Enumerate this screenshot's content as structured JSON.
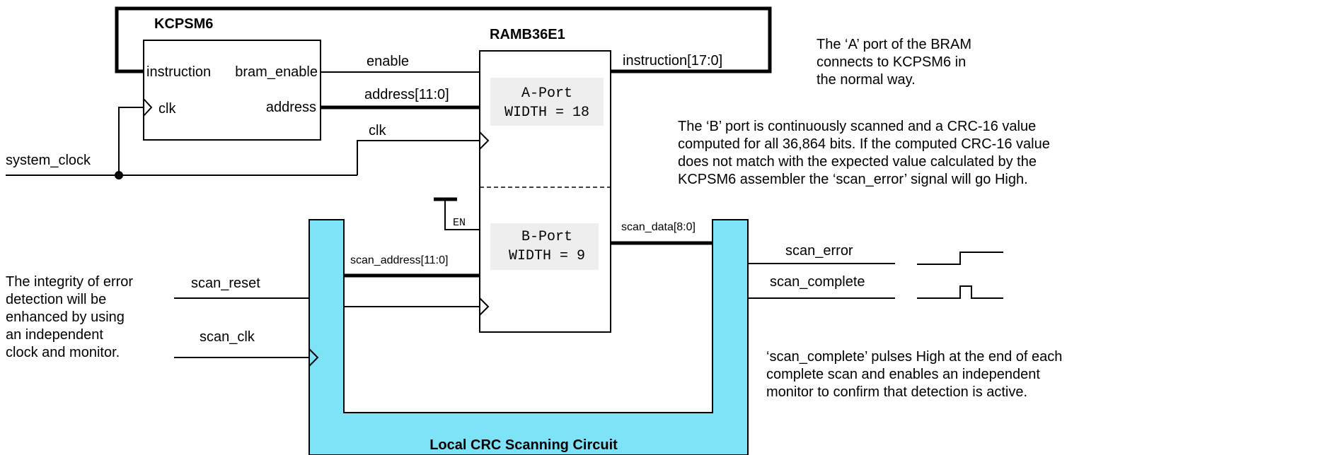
{
  "blocks": {
    "kcpsm6": {
      "title": "KCPSM6",
      "ports": {
        "instruction": "instruction",
        "bram_enable": "bram_enable",
        "clk": "clk",
        "address": "address"
      }
    },
    "ramb": {
      "title": "RAMB36E1",
      "a_port": {
        "line1": "A-Port",
        "line2": "WIDTH = 18"
      },
      "b_port": {
        "line1": "B-Port",
        "line2": "WIDTH = 9"
      },
      "en": "EN"
    },
    "crc": {
      "title": "Local CRC Scanning Circuit",
      "fill": "#7fe3f7"
    }
  },
  "signals": {
    "enable": "enable",
    "address": "address[11:0]",
    "clk": "clk",
    "instruction": "instruction[17:0]",
    "system_clock": "system_clock",
    "scan_data": "scan_data[8:0]",
    "scan_address": "scan_address[11:0]",
    "scan_reset": "scan_reset",
    "scan_clk": "scan_clk",
    "scan_error": "scan_error",
    "scan_complete": "scan_complete"
  },
  "notes": {
    "a_port": "The ‘A’ port of the BRAM\nconnects to KCPSM6 in\nthe normal way.",
    "b_port": "The ‘B’ port is continuously scanned and a CRC-16 value\ncomputed for all 36,864 bits. If the computed CRC-16 value\ndoes not match with the expected value calculated by the\nKCPSM6 assembler the ‘scan_error’ signal will go High.",
    "integrity": "The integrity of error\ndetection will be\nenhanced by using\nan independent\nclock and monitor.",
    "scan_complete": "‘scan_complete’ pulses High at the end of each\ncomplete scan and enables an independent\nmonitor to confirm that detection is active."
  }
}
